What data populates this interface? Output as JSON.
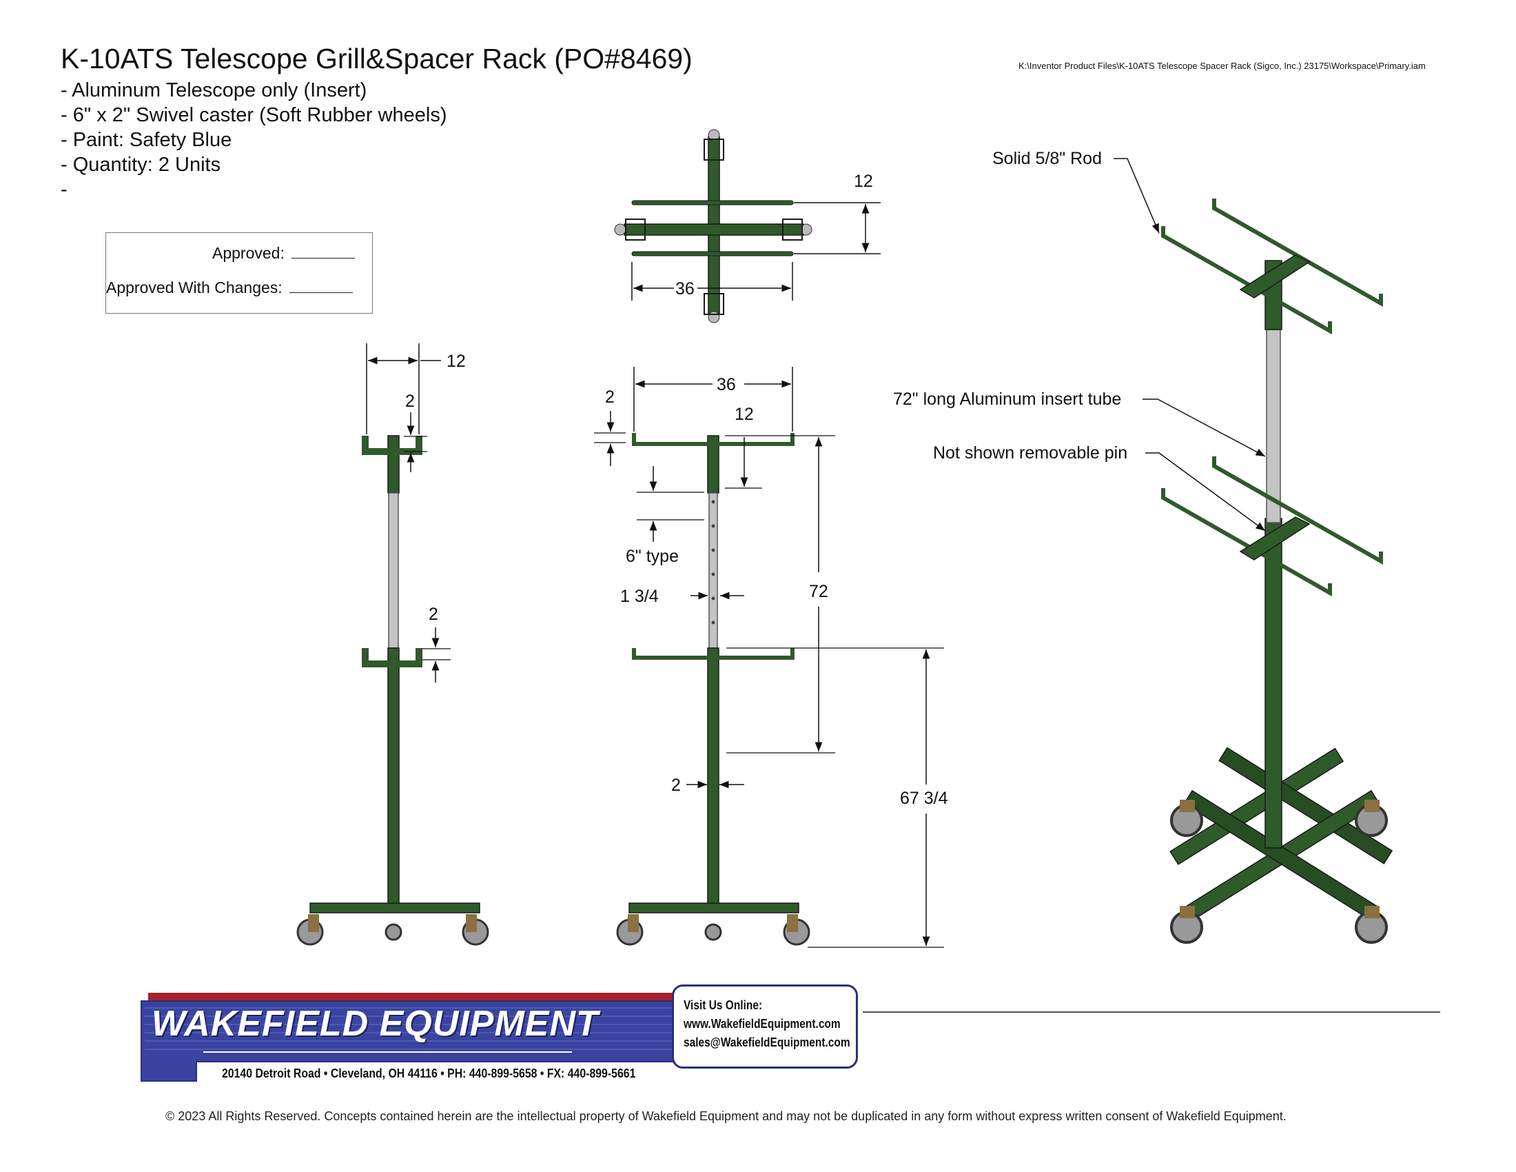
{
  "header": {
    "title": "K-10ATS Telescope Grill&Spacer Rack (PO#8469)",
    "notes": [
      "- Aluminum Telescope only (Insert)",
      "- 6\" x 2\" Swivel caster (Soft Rubber wheels)",
      "- Paint: Safety Blue",
      "- Quantity: 2 Units",
      "-"
    ],
    "file_path": "K:\\Inventor Product Files\\K-10ATS Telescope Spacer Rack (Sigco, Inc.) 23175\\Workspace\\Primary.iam"
  },
  "approval": {
    "approved_label": "Approved:",
    "approved_with_changes_label": "Approved With Changes:"
  },
  "dimensions": {
    "top_view": {
      "width": "36",
      "spacing": "12"
    },
    "side_view": {
      "top_width": "12",
      "top_bar": "2",
      "lower_bar": "2"
    },
    "front_view": {
      "top_width": "36",
      "top_bar": "2",
      "arm_drop": "12",
      "hole_spacing": "6\" type",
      "tube_width": "1 3/4",
      "telescope_travel": "72",
      "post_width": "2",
      "base_height": "67 3/4"
    }
  },
  "callouts": {
    "rod": "Solid 5/8\" Rod",
    "insert_tube": "72\" long Aluminum insert tube",
    "pin": "Not shown removable pin"
  },
  "footer": {
    "brand": "WAKEFIELD EQUIPMENT",
    "address": "20140 Detroit Road • Cleveland, OH 44116 • PH: 440-899-5658 • FX: 440-899-5661",
    "visit_heading": "Visit Us Online:",
    "website": "www.WakefieldEquipment.com",
    "email": "sales@WakefieldEquipment.com",
    "copyright": "© 2023 All Rights Reserved. Concepts contained herein are the intellectual property of Wakefield Equipment and may not be duplicated in any form without express written consent of Wakefield Equipment."
  },
  "colors": {
    "frame_green": "#2f5a2a",
    "frame_dark": "#1f3f1c",
    "aluminum": "#c4c4c4",
    "brand_blue": "#3a44a0",
    "brand_red": "#a5202a"
  }
}
